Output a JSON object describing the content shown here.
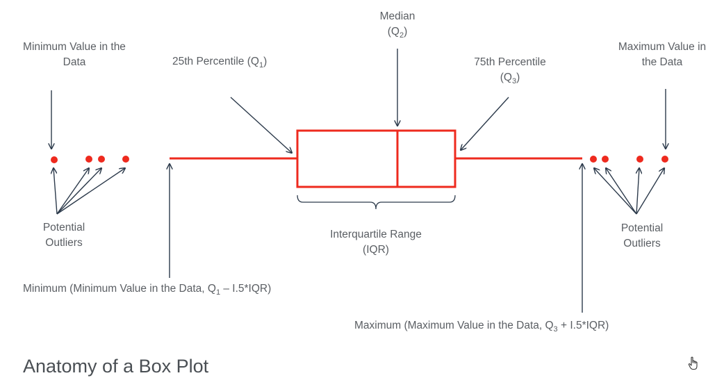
{
  "colors": {
    "plot": "#ee2a1e",
    "arrow": "#2c3a4b",
    "text": "#5a5e63"
  },
  "labels": {
    "min_value": [
      "Minimum Value in the",
      "Data"
    ],
    "q1": {
      "text": "25th Percentile (Q",
      "sub": "1",
      "close": ")"
    },
    "median": {
      "line1": "Median",
      "open": "(Q",
      "sub": "2",
      "close": ")"
    },
    "q3": {
      "line1": "75th Percentile",
      "open": "(Q",
      "sub": "3",
      "close": ")"
    },
    "max_value": [
      "Maximum Value in",
      "the Data"
    ],
    "outliers_left": [
      "Potential",
      "Outliers"
    ],
    "outliers_right": [
      "Potential",
      "Outliers"
    ],
    "iqr": [
      "Interquartile Range",
      "(IQR)"
    ],
    "minimum": {
      "pre": "Minimum (Minimum Value in the Data, Q",
      "sub": "1",
      "post": " – I.5*IQR)"
    },
    "maximum": {
      "pre": "Maximum (Maximum Value in the Data, Q",
      "sub": "3",
      "post": " + I.5*IQR)"
    }
  },
  "caption": "Anatomy of a Box Plot",
  "cursor_icon": "hand-pointer-icon"
}
